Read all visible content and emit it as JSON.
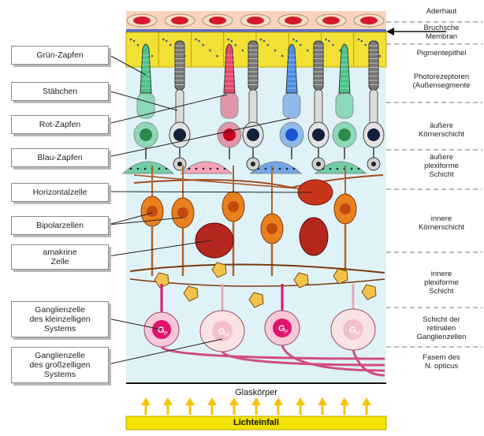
{
  "left_labels": [
    {
      "text": "Grün-Zapfen"
    },
    {
      "text": "Stäbchen"
    },
    {
      "text": "Rot-Zapfen"
    },
    {
      "text": "Blau-Zapfen"
    },
    {
      "text": "Horizontalzelle"
    },
    {
      "text": "Bipolarzellen"
    },
    {
      "text": "amakrine\nZelle"
    },
    {
      "text": "Ganglienzelle\ndes kleinzelligen\nSystems"
    },
    {
      "text": "Ganglienzelle\ndes großzelligen\nSystems"
    }
  ],
  "right_labels": [
    {
      "text": "Aderhaut"
    },
    {
      "text": "Bruchsche\nMembran"
    },
    {
      "text": "Pigmentepithel"
    },
    {
      "text": "Photorezeptoren\n(Außensegmente"
    },
    {
      "text": "äußere\nKörnerschicht"
    },
    {
      "text": "äußere\nplexiforme\nSchicht"
    },
    {
      "text": "innere\nKörnerschicht"
    },
    {
      "text": "innere\nplexiforme\nSchicht"
    },
    {
      "text": "Schicht der\nretinalen\nGanglienzellen"
    },
    {
      "text": "Fasern des\nN. opticus"
    }
  ],
  "bottom": {
    "vitreous": "Glaskörper",
    "light": "Lichteinfall"
  },
  "ganglion_letters": {
    "small": "G",
    "small_sub": "P",
    "large": "G",
    "large_sub": "M"
  },
  "colors": {
    "choroid": "#d4192b",
    "pigment": "#f2e034",
    "rod": "#6d6d6d",
    "green": "#4cc389",
    "red": "#e64a6a",
    "blue": "#4e8ee0",
    "orange": "#e8801e",
    "darkred": "#b5261e",
    "ganglion": "#e0146e",
    "yellow_bar": "#f4e400",
    "background": "#d9eff7"
  }
}
